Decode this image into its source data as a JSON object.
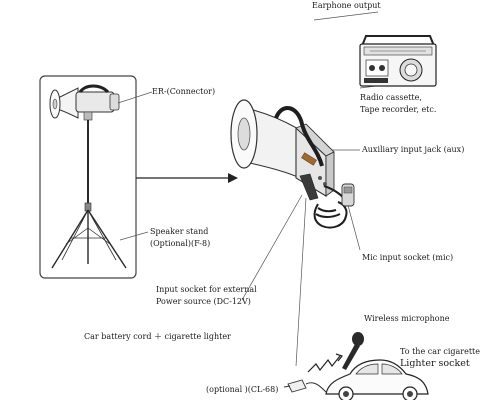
{
  "labels": {
    "earphone_output": "Earphone output",
    "er_connector": "ER-(Connector)",
    "radio_line1": "Radio cassette,",
    "radio_line2": "Tape recorder, etc.",
    "aux_jack": "Auxiliary input jack (aux)",
    "speaker_stand_line1": "Speaker stand",
    "speaker_stand_line2": "(Optional)(F-8)",
    "mic_input": "Mic input socket (mic)",
    "input_socket_line1": "Input socket for external",
    "input_socket_line2": "Power source (DC-12V)",
    "car_battery": "Car battery cord ＋ cigarette lighter",
    "wireless_mic": "Wireless microphone",
    "car_cigarette_line1": "To the car cigarette",
    "car_cigarette_line2": "Lighter socket",
    "optional_cl68": "(optional )(CL-68)"
  }
}
